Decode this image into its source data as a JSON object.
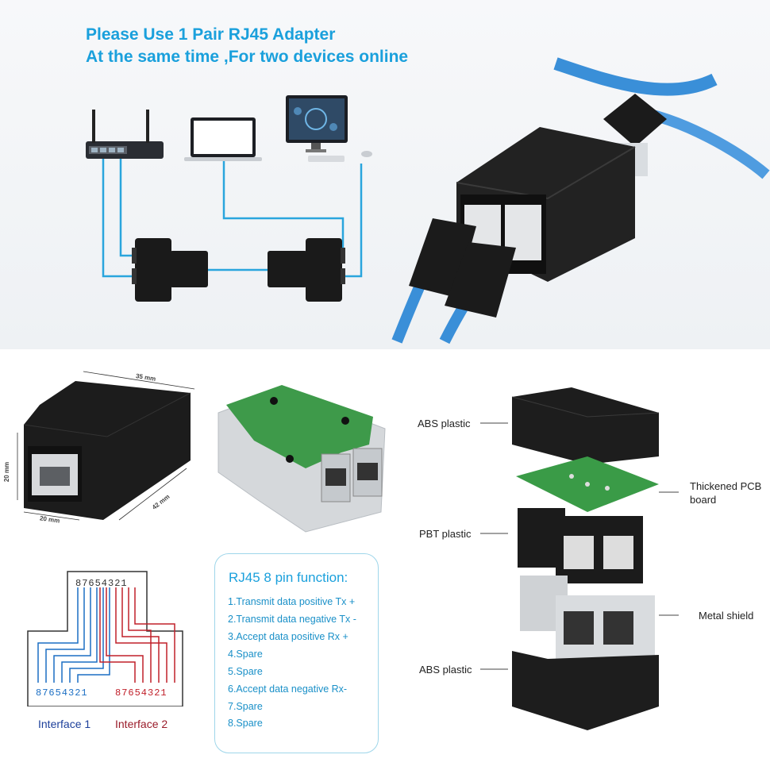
{
  "headline": {
    "line1": "Please Use 1 Pair RJ45 Adapter",
    "line2": "At the same time ,For two devices online"
  },
  "dimensions": {
    "length": "35 mm",
    "height": "20 mm",
    "width": "20 mm",
    "depth": "42 mm"
  },
  "parts": {
    "abs_top": "ABS plastic",
    "pcb": "Thickened PCB board",
    "pcb_line1": "Thickened PCB",
    "pcb_line2": "board",
    "pbt": "PBT plastic",
    "metal": "Metal shield",
    "abs_bottom": "ABS plastic"
  },
  "wiring": {
    "pins_top": "87654321",
    "pins_interface1": "87654321",
    "pins_interface2": "87654321",
    "interface1": "Interface 1",
    "interface2": "Interface 2",
    "colors": {
      "interface1": "#1c6fc4",
      "interface2": "#c0202a",
      "outline": "#333333"
    }
  },
  "pin_function": {
    "title": "RJ45 8 pin function:",
    "items": [
      "1.Transmit data positive Tx +",
      "2.Transmit data negative Tx -",
      "3.Accept data positive Rx +",
      "4.Spare",
      "5.Spare",
      "6.Accept data negative Rx-",
      "7.Spare",
      "8.Spare"
    ]
  },
  "colors": {
    "accent": "#1aa0dc",
    "cable": "#3a8fd8",
    "plastic": "#1c1c1c"
  }
}
